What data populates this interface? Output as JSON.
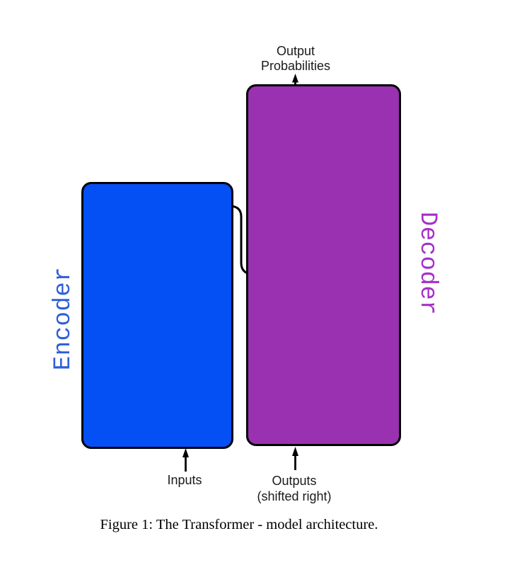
{
  "page": {
    "background_color": "#ffffff"
  },
  "diagram": {
    "top_label_line1": "Output",
    "top_label_line2": "Probabilities",
    "encoder": {
      "label": "Encoder",
      "box_color": "#0450f5",
      "label_color": "#2e5fd8"
    },
    "decoder": {
      "label": "Decoder",
      "box_color": "#9a31b0",
      "label_color": "#a62fc9"
    },
    "input_label": "Inputs",
    "output_label_line1": "Outputs",
    "output_label_line2": "(shifted right)",
    "line_color": "#000000",
    "icons": [
      "up-arrow-icon",
      "up-arrow-icon",
      "up-arrow-icon",
      "encoder-decoder-bracket"
    ]
  },
  "caption": "Figure 1: The Transformer - model architecture."
}
